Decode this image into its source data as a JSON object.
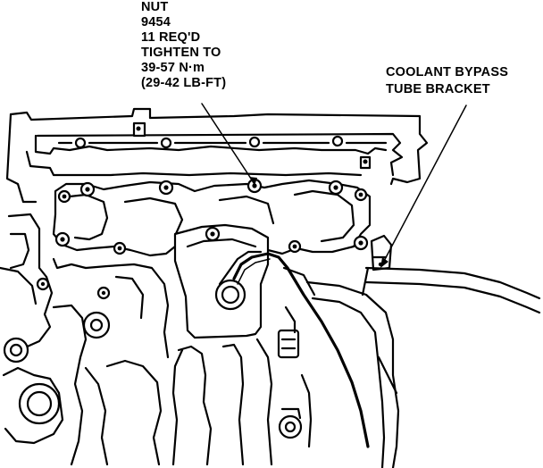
{
  "labels": {
    "nut": {
      "line1": "NUT",
      "line2": "9454",
      "line3": "11 REQ'D",
      "line4": "TIGHTEN TO",
      "line5": "39-57 N·m",
      "line6": "(29-42 LB-FT)"
    },
    "coolant": {
      "line1": "COOLANT BYPASS",
      "line2": "TUBE BRACKET"
    }
  },
  "colors": {
    "ink": "#000000",
    "paper": "#ffffff"
  }
}
